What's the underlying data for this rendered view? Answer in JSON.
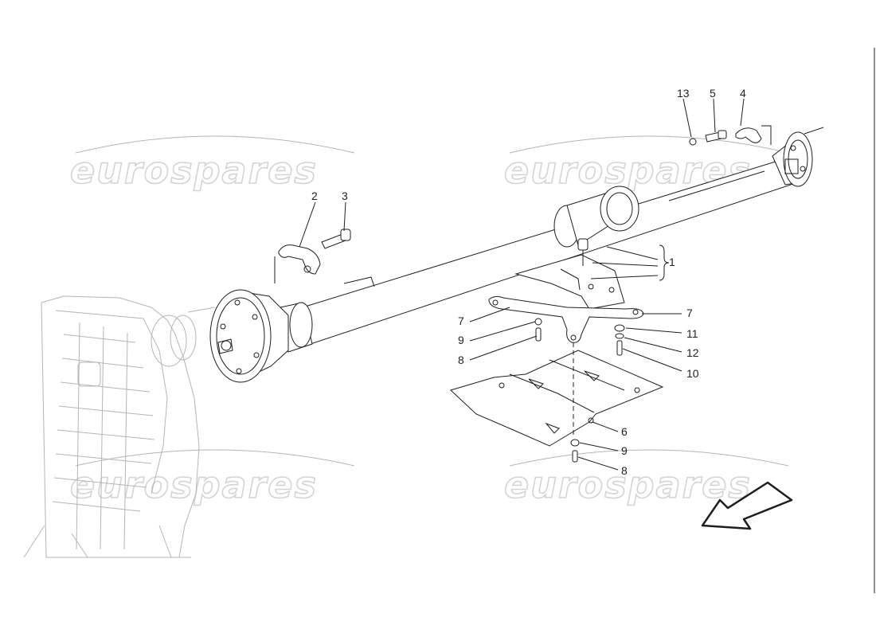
{
  "watermark": {
    "text": "eurospares",
    "color": "#d4d4d4"
  },
  "callouts": [
    {
      "id": "c1",
      "label": "1"
    },
    {
      "id": "c2",
      "label": "2"
    },
    {
      "id": "c3",
      "label": "3"
    },
    {
      "id": "c4",
      "label": "4"
    },
    {
      "id": "c5",
      "label": "5"
    },
    {
      "id": "c6",
      "label": "6"
    },
    {
      "id": "c7a",
      "label": "7"
    },
    {
      "id": "c7b",
      "label": "7"
    },
    {
      "id": "c8a",
      "label": "8"
    },
    {
      "id": "c8b",
      "label": "8"
    },
    {
      "id": "c9a",
      "label": "9"
    },
    {
      "id": "c9b",
      "label": "9"
    },
    {
      "id": "c10",
      "label": "10"
    },
    {
      "id": "c11",
      "label": "11"
    },
    {
      "id": "c12",
      "label": "12"
    },
    {
      "id": "c13",
      "label": "13"
    }
  ],
  "direction_arrow": {
    "icon": "direction-arrow-icon"
  }
}
